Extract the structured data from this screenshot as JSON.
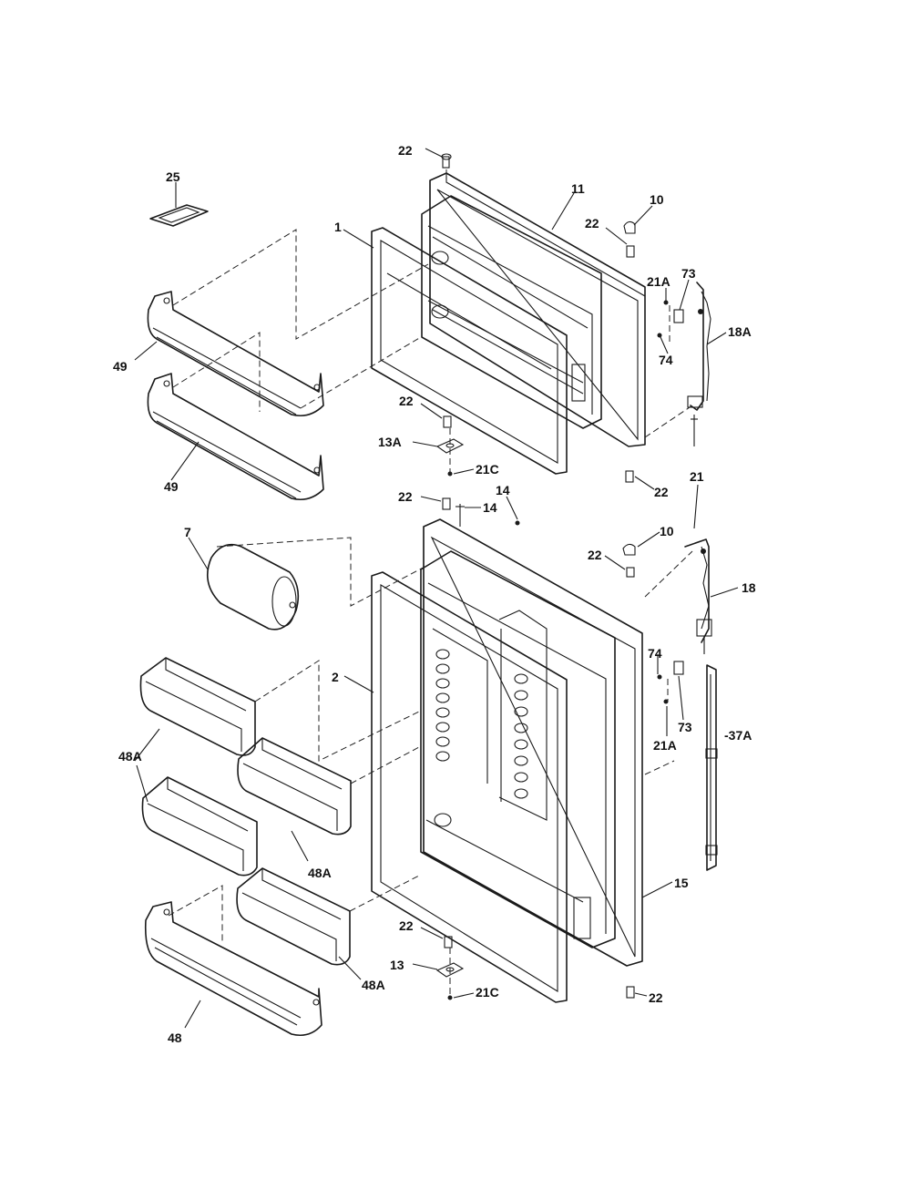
{
  "callouts": {
    "c22_top": "22",
    "c25": "25",
    "c11": "11",
    "c10_top": "10",
    "c22_hinge_top": "22",
    "c1": "1",
    "c21a_top": "21A",
    "c73_top": "73",
    "c18a": "18A",
    "c74_top": "74",
    "c49_a": "49",
    "c22_mid_a": "22",
    "c13a": "13A",
    "c49_b": "49",
    "c21c_top": "21C",
    "c21": "21",
    "c22_right_mid": "22",
    "c22_fresh_top": "22",
    "c14_a": "14",
    "c14_b": "14",
    "c7": "7",
    "c10_mid": "10",
    "c22_hinge_mid": "22",
    "c18": "18",
    "c2": "2",
    "c74_bot": "74",
    "c48a_a": "48A",
    "c73_bot": "73",
    "c21a_bot": "21A",
    "c37a": "-37A",
    "c48a_b": "48A",
    "c15": "15",
    "c22_low": "22",
    "c13": "13",
    "c48a_c": "48A",
    "c21c_bot": "21C",
    "c22_bottom_right": "22",
    "c48": "48"
  }
}
